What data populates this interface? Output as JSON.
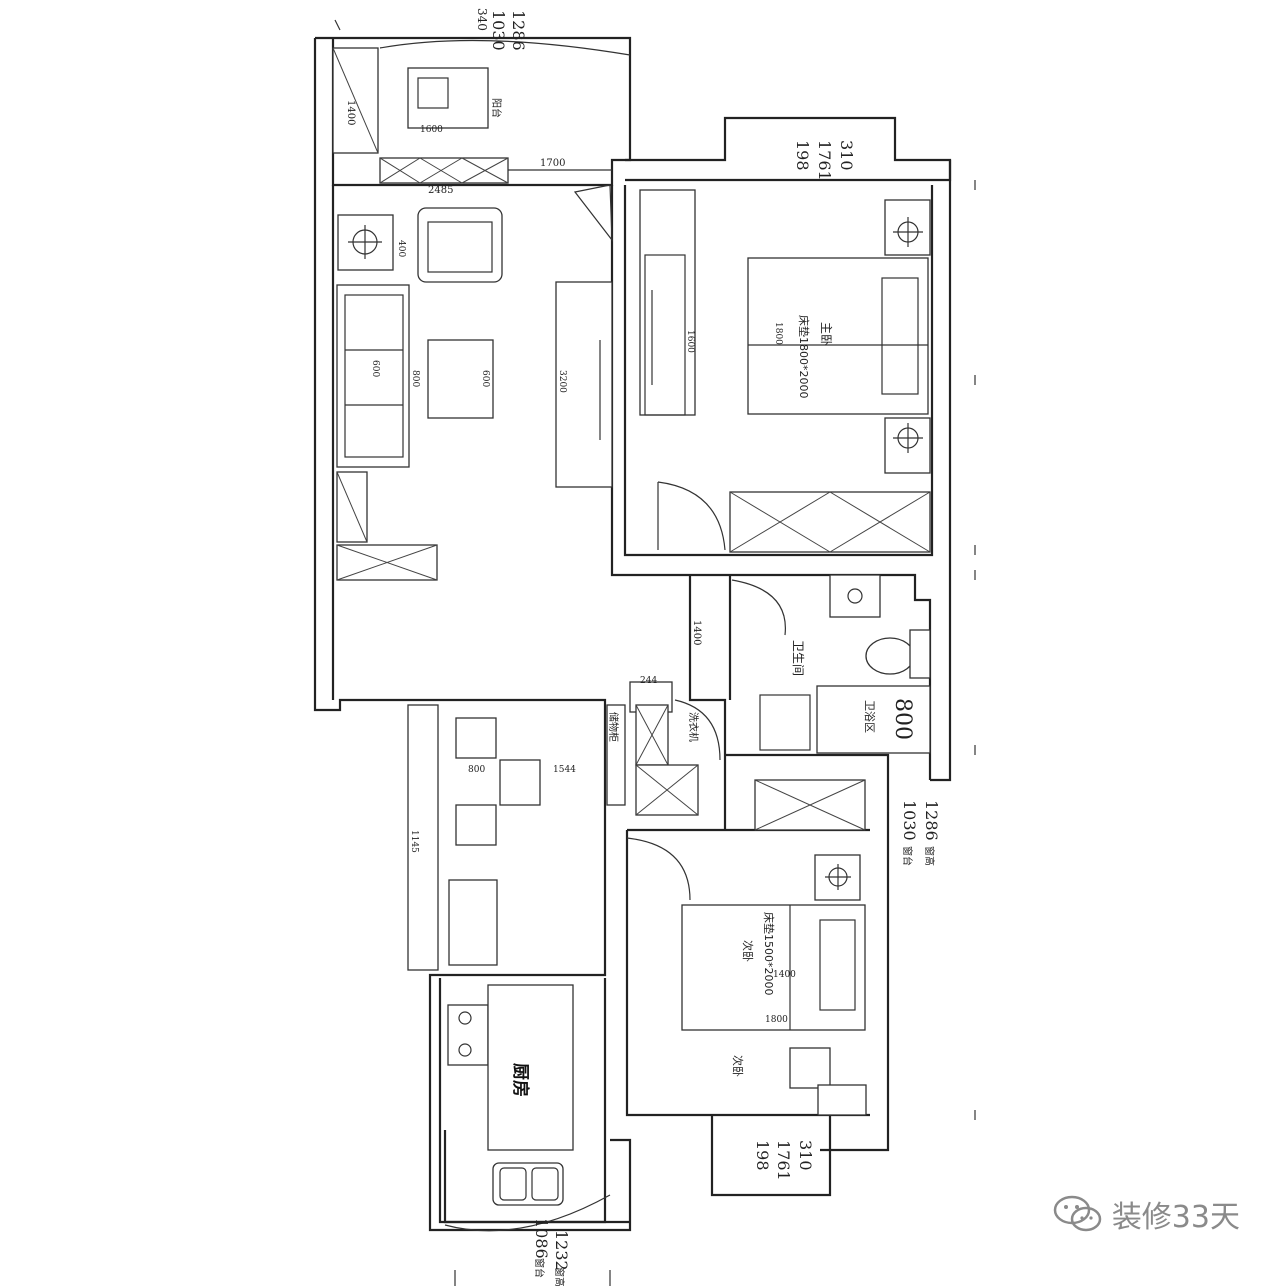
{
  "rooms": {
    "master": "主卧",
    "bathroom": "卫生间",
    "kitchen": "厨房",
    "second": "次卧",
    "second_lower": "次卧",
    "cabinet": "储物柜",
    "washer_area": "洗衣机"
  },
  "beds": {
    "master": "床垫1800*2000",
    "second": "床垫1500*2000"
  },
  "dims": {
    "top_balcony_a": "1286",
    "top_balcony_b": "1030",
    "top_balcony_c": "340",
    "top_balcony_note": "阳台",
    "top_1600": "1600",
    "top_2485": "2485",
    "top_1700": "1700",
    "top_1400": "1400",
    "master_win_a": "310",
    "master_win_b": "1761",
    "master_win_c": "198",
    "right_a": "1286",
    "right_a_note": "窗高",
    "right_b": "1030",
    "right_b_note": "窗台",
    "bath_800": "800",
    "bath_label": "卫浴区",
    "second_win_a": "310",
    "second_win_b": "1761",
    "second_win_c": "198",
    "bottom_a": "1232",
    "bottom_a_note": "窗高",
    "bottom_b": "1086",
    "bottom_b_note": "窗台",
    "hall_1400": "1400",
    "dining_1544": "1544",
    "dining_800": "800",
    "tv_3200": "3200",
    "wardrobe_1600": "1600",
    "bed_1800": "1800",
    "sofa_800": "800",
    "sofa_600": "600",
    "table_600": "600",
    "side_400": "400",
    "bath_244": "244",
    "second_1400": "1400",
    "second_1800": "1800",
    "kitchen_1145": "1145"
  },
  "watermark": "装修33天",
  "colors": {
    "ink": "#222222",
    "watermark": "#8a8a8a",
    "paper": "#ffffff"
  }
}
